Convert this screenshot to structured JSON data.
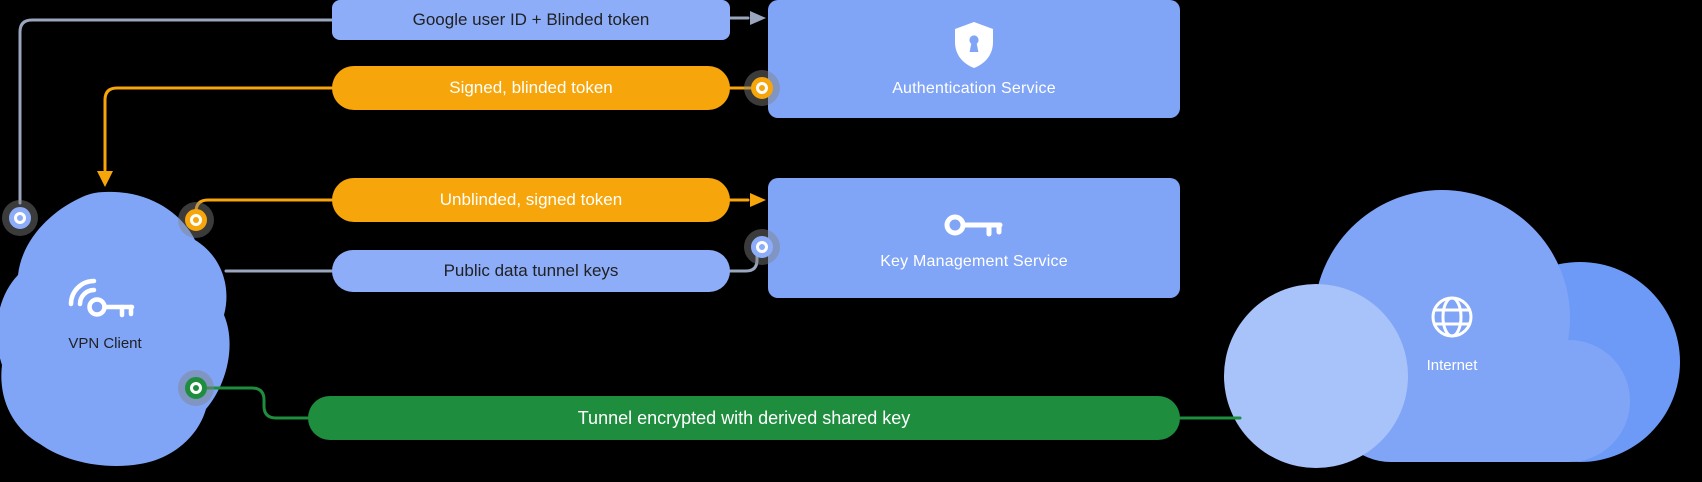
{
  "colors": {
    "background": "#000000",
    "pill_blue": "#8DADF8",
    "box_blue": "#80A5F7",
    "orange": "#F6A50A",
    "green": "#1E8E3E",
    "line_gray": "#9AA5BE",
    "text_dark": "#202124",
    "white": "#FFFFFF",
    "halo": "rgba(130,130,130,0.45)",
    "cloud_light": "#A8C2FA",
    "cloud_main": "#80A5F7",
    "cloud_dark": "#6C9AF6"
  },
  "pills": [
    {
      "label": "Google user ID + Blinded token",
      "style": "blue"
    },
    {
      "label": "Signed, blinded token",
      "style": "orange"
    },
    {
      "label": "Unblinded, signed token",
      "style": "orange"
    },
    {
      "label": "Public data tunnel keys",
      "style": "blue"
    },
    {
      "label": "Tunnel encrypted with derived shared key",
      "style": "green"
    }
  ],
  "nodes": {
    "vpn_client": {
      "label": "VPN Client",
      "icon": "key-signal-icon"
    },
    "auth_service": {
      "label": "Authentication Service",
      "icon": "shield-lock-icon"
    },
    "kms": {
      "label": "Key Management Service",
      "icon": "key-icon"
    },
    "internet": {
      "label": "Internet",
      "icon": "globe-icon"
    }
  }
}
